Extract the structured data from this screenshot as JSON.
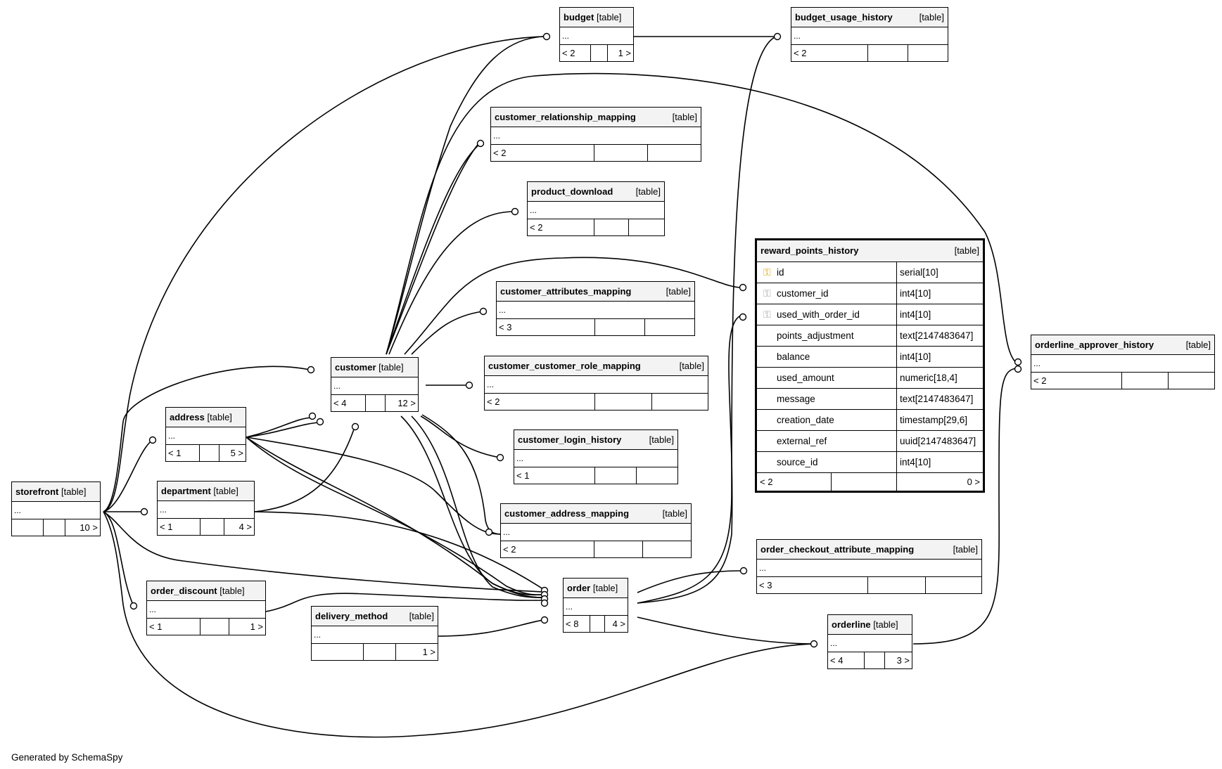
{
  "tables": {
    "budget": {
      "name": "budget",
      "kind": "[table]",
      "body": "...",
      "foot": [
        "< 2",
        "",
        "1 >"
      ]
    },
    "budget_usage_history": {
      "name": "budget_usage_history",
      "kind": "[table]",
      "body": "...",
      "foot": [
        "< 2",
        "",
        ""
      ]
    },
    "customer_relationship_mapping": {
      "name": "customer_relationship_mapping",
      "kind": "[table]",
      "body": "...",
      "foot": [
        "< 2",
        "",
        ""
      ]
    },
    "product_download": {
      "name": "product_download",
      "kind": "[table]",
      "body": "...",
      "foot": [
        "< 2",
        "",
        ""
      ]
    },
    "customer_attributes_mapping": {
      "name": "customer_attributes_mapping",
      "kind": "[table]",
      "body": "...",
      "foot": [
        "< 3",
        "",
        ""
      ]
    },
    "customer": {
      "name": "customer",
      "kind": "[table]",
      "body": "...",
      "foot": [
        "< 4",
        "",
        "12 >"
      ]
    },
    "customer_customer_role_mapping": {
      "name": "customer_customer_role_mapping",
      "kind": "[table]",
      "body": "...",
      "foot": [
        "< 2",
        "",
        ""
      ]
    },
    "address": {
      "name": "address",
      "kind": "[table]",
      "body": "...",
      "foot": [
        "< 1",
        "",
        "5 >"
      ]
    },
    "customer_login_history": {
      "name": "customer_login_history",
      "kind": "[table]",
      "body": "...",
      "foot": [
        "< 1",
        "",
        ""
      ]
    },
    "storefront": {
      "name": "storefront",
      "kind": "[table]",
      "body": "...",
      "foot": [
        "",
        "",
        "10 >"
      ]
    },
    "department": {
      "name": "department",
      "kind": "[table]",
      "body": "...",
      "foot": [
        "< 1",
        "",
        "4 >"
      ]
    },
    "customer_address_mapping": {
      "name": "customer_address_mapping",
      "kind": "[table]",
      "body": "...",
      "foot": [
        "< 2",
        "",
        ""
      ]
    },
    "order_discount": {
      "name": "order_discount",
      "kind": "[table]",
      "body": "...",
      "foot": [
        "< 1",
        "",
        "1 >"
      ]
    },
    "order": {
      "name": "order",
      "kind": "[table]",
      "body": "...",
      "foot": [
        "< 8",
        "",
        "4 >"
      ]
    },
    "delivery_method": {
      "name": "delivery_method",
      "kind": "[table]",
      "body": "...",
      "foot": [
        "",
        "",
        "1 >"
      ]
    },
    "order_checkout_attribute_mapping": {
      "name": "order_checkout_attribute_mapping",
      "kind": "[table]",
      "body": "...",
      "foot": [
        "< 3",
        "",
        ""
      ]
    },
    "orderline": {
      "name": "orderline",
      "kind": "[table]",
      "body": "...",
      "foot": [
        "< 4",
        "",
        "3 >"
      ]
    },
    "orderline_approver_history": {
      "name": "orderline_approver_history",
      "kind": "[table]",
      "body": "...",
      "foot": [
        "< 2",
        "",
        ""
      ]
    }
  },
  "focus_table": {
    "name": "reward_points_history",
    "kind": "[table]",
    "columns": [
      {
        "name": "id",
        "type": "serial[10]",
        "key": "pk"
      },
      {
        "name": "customer_id",
        "type": "int4[10]",
        "key": "fk"
      },
      {
        "name": "used_with_order_id",
        "type": "int4[10]",
        "key": "fk"
      },
      {
        "name": "points_adjustment",
        "type": "text[2147483647]",
        "key": ""
      },
      {
        "name": "balance",
        "type": "int4[10]",
        "key": ""
      },
      {
        "name": "used_amount",
        "type": "numeric[18,4]",
        "key": ""
      },
      {
        "name": "message",
        "type": "text[2147483647]",
        "key": ""
      },
      {
        "name": "creation_date",
        "type": "timestamp[29,6]",
        "key": ""
      },
      {
        "name": "external_ref",
        "type": "uuid[2147483647]",
        "key": ""
      },
      {
        "name": "source_id",
        "type": "int4[10]",
        "key": ""
      }
    ],
    "foot": [
      "< 2",
      "",
      "0 >"
    ]
  },
  "key_icon": "key-icon",
  "footer": "Generated by SchemaSpy"
}
